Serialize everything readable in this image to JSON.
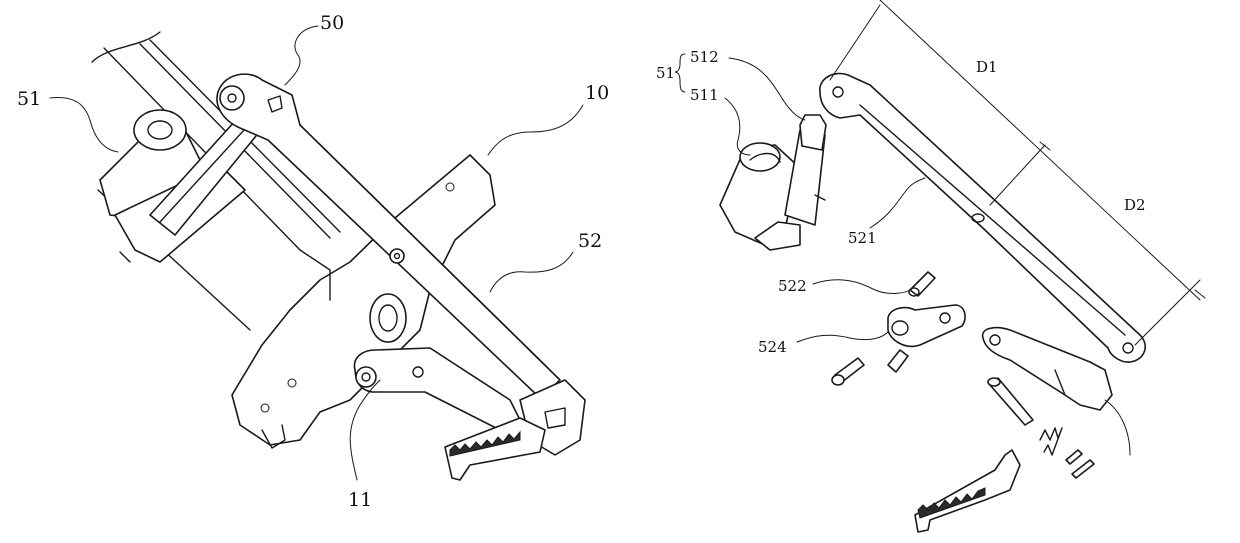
{
  "figure": {
    "left_view": {
      "labels": {
        "l50": "50",
        "l51": "51",
        "l10": "10",
        "l52": "52",
        "l11": "11"
      }
    },
    "right_view": {
      "labels": {
        "l51": "51",
        "l512": "512",
        "l511": "511",
        "l521": "521",
        "l522": "522",
        "l524": "524",
        "d1": "D1",
        "d2": "D2"
      }
    }
  }
}
